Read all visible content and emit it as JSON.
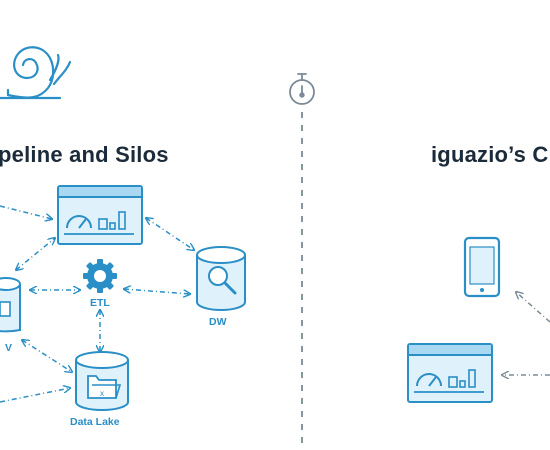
{
  "colors": {
    "accent": "#2a8fc7",
    "accent_fill": "#dff1fb",
    "header_bar": "#a9d8f2",
    "title_text": "#1c2b3a",
    "timeline": "#7b8a96"
  },
  "left": {
    "title": "peline and Silos",
    "labels": {
      "etl": "ETL",
      "dw": "DW",
      "data_lake": "Data Lake",
      "cut_label": "V"
    }
  },
  "right": {
    "title": "iguazio’s C"
  },
  "icons": [
    "snail-icon",
    "stopwatch-icon",
    "dashboard-window-icon",
    "gear-icon",
    "database-search-icon",
    "database-folder-icon",
    "database-icon",
    "smartphone-icon"
  ]
}
